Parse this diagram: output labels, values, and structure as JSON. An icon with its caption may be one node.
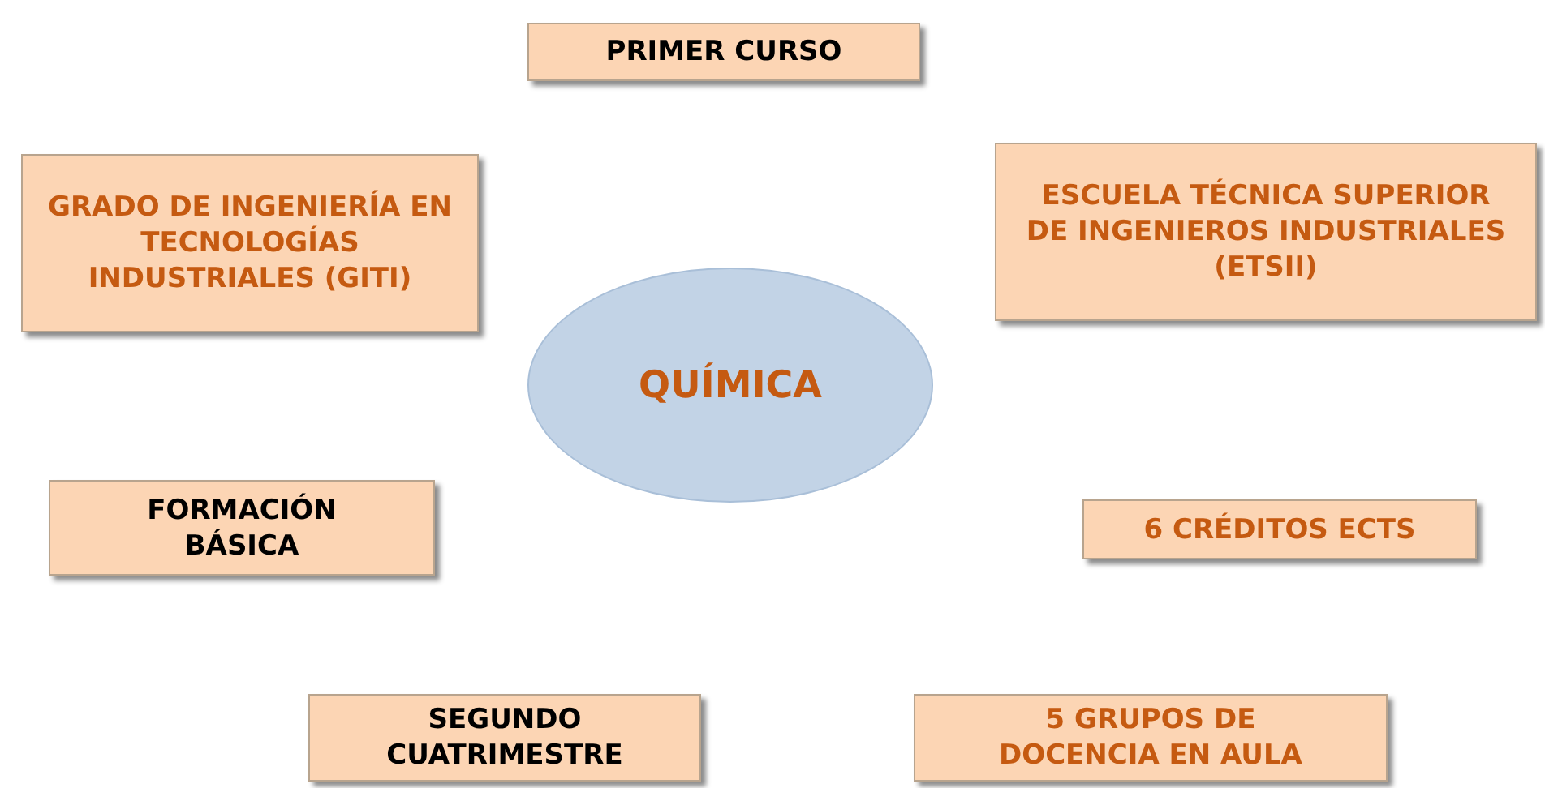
{
  "diagram": {
    "nodes": [
      {
        "text": [
          "PRIMER CURSO"
        ]
      },
      {
        "text": [
          "GRADO DE INGENIERÍA EN TECNOLOGÍAS INDUSTRIALES (GITI)"
        ]
      },
      {
        "text": [
          "ESCUELA TÉCNICA SUPERIOR DE INGENIEROS INDUSTRIALES (ETSII)"
        ]
      },
      {
        "text": [
          "QUÍMICA"
        ]
      },
      {
        "text": [
          "FORMACIÓN BÁSICA"
        ]
      },
      {
        "text": [
          "6 CRÉDITOS ECTS"
        ]
      },
      {
        "text": [
          "SEGUNDO CUATRIMESTRE"
        ]
      },
      {
        "text": [
          "5 GRUPOS DE DOCENCIA EN AULA"
        ]
      }
    ]
  }
}
